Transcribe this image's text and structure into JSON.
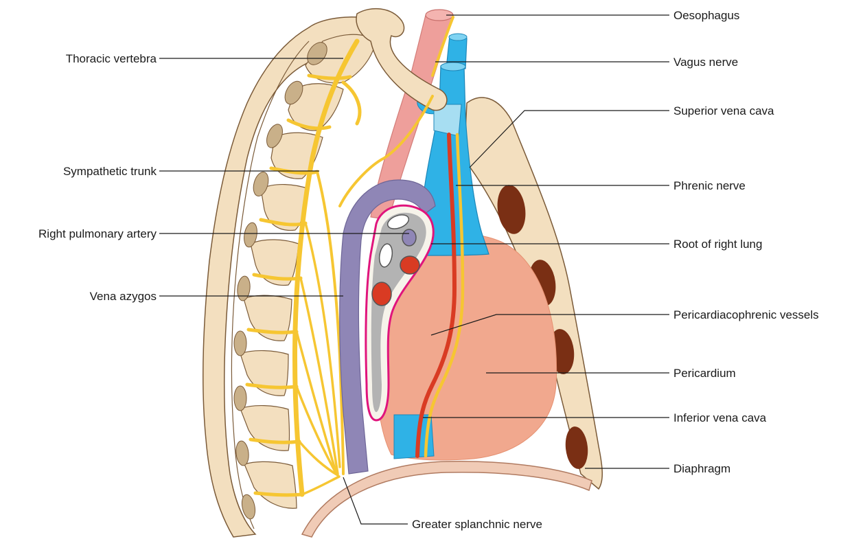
{
  "diagram": {
    "colors": {
      "bone": "#f3dfbf",
      "bone_outline": "#7a5a38",
      "disc": "#c9b089",
      "nerve": "#f6c632",
      "nerve_outline": "#a77d10",
      "vein_blue": "#2fb2e6",
      "azygos": "#8f86b6",
      "oesophagus": "#ee9f9b",
      "pericardium": "#f1a88e",
      "artery_red": "#d93b23",
      "lung_root_border": "#e0147c",
      "lung_root_fill": "#b3b3b3",
      "diaphragm": "#f0cbb6",
      "rib_hole": "#7a2f14",
      "leader_line": "#1a1a1a"
    },
    "labels": {
      "thoracic_vertebra": "Thoracic vertebra",
      "sympathetic_trunk": "Sympathetic trunk",
      "right_pulmonary_artery": "Right pulmonary artery",
      "vena_azygos": "Vena azygos",
      "oesophagus": "Oesophagus",
      "vagus_nerve": "Vagus nerve",
      "superior_vena_cava": "Superior vena cava",
      "phrenic_nerve": "Phrenic nerve",
      "root_of_right_lung": "Root of right lung",
      "pericardiacophrenic_vessels": "Pericardiacophrenic vessels",
      "pericardium": "Pericardium",
      "inferior_vena_cava": "Inferior vena cava",
      "diaphragm": "Diaphragm",
      "greater_splanchnic_nerve": "Greater splanchnic nerve"
    }
  }
}
